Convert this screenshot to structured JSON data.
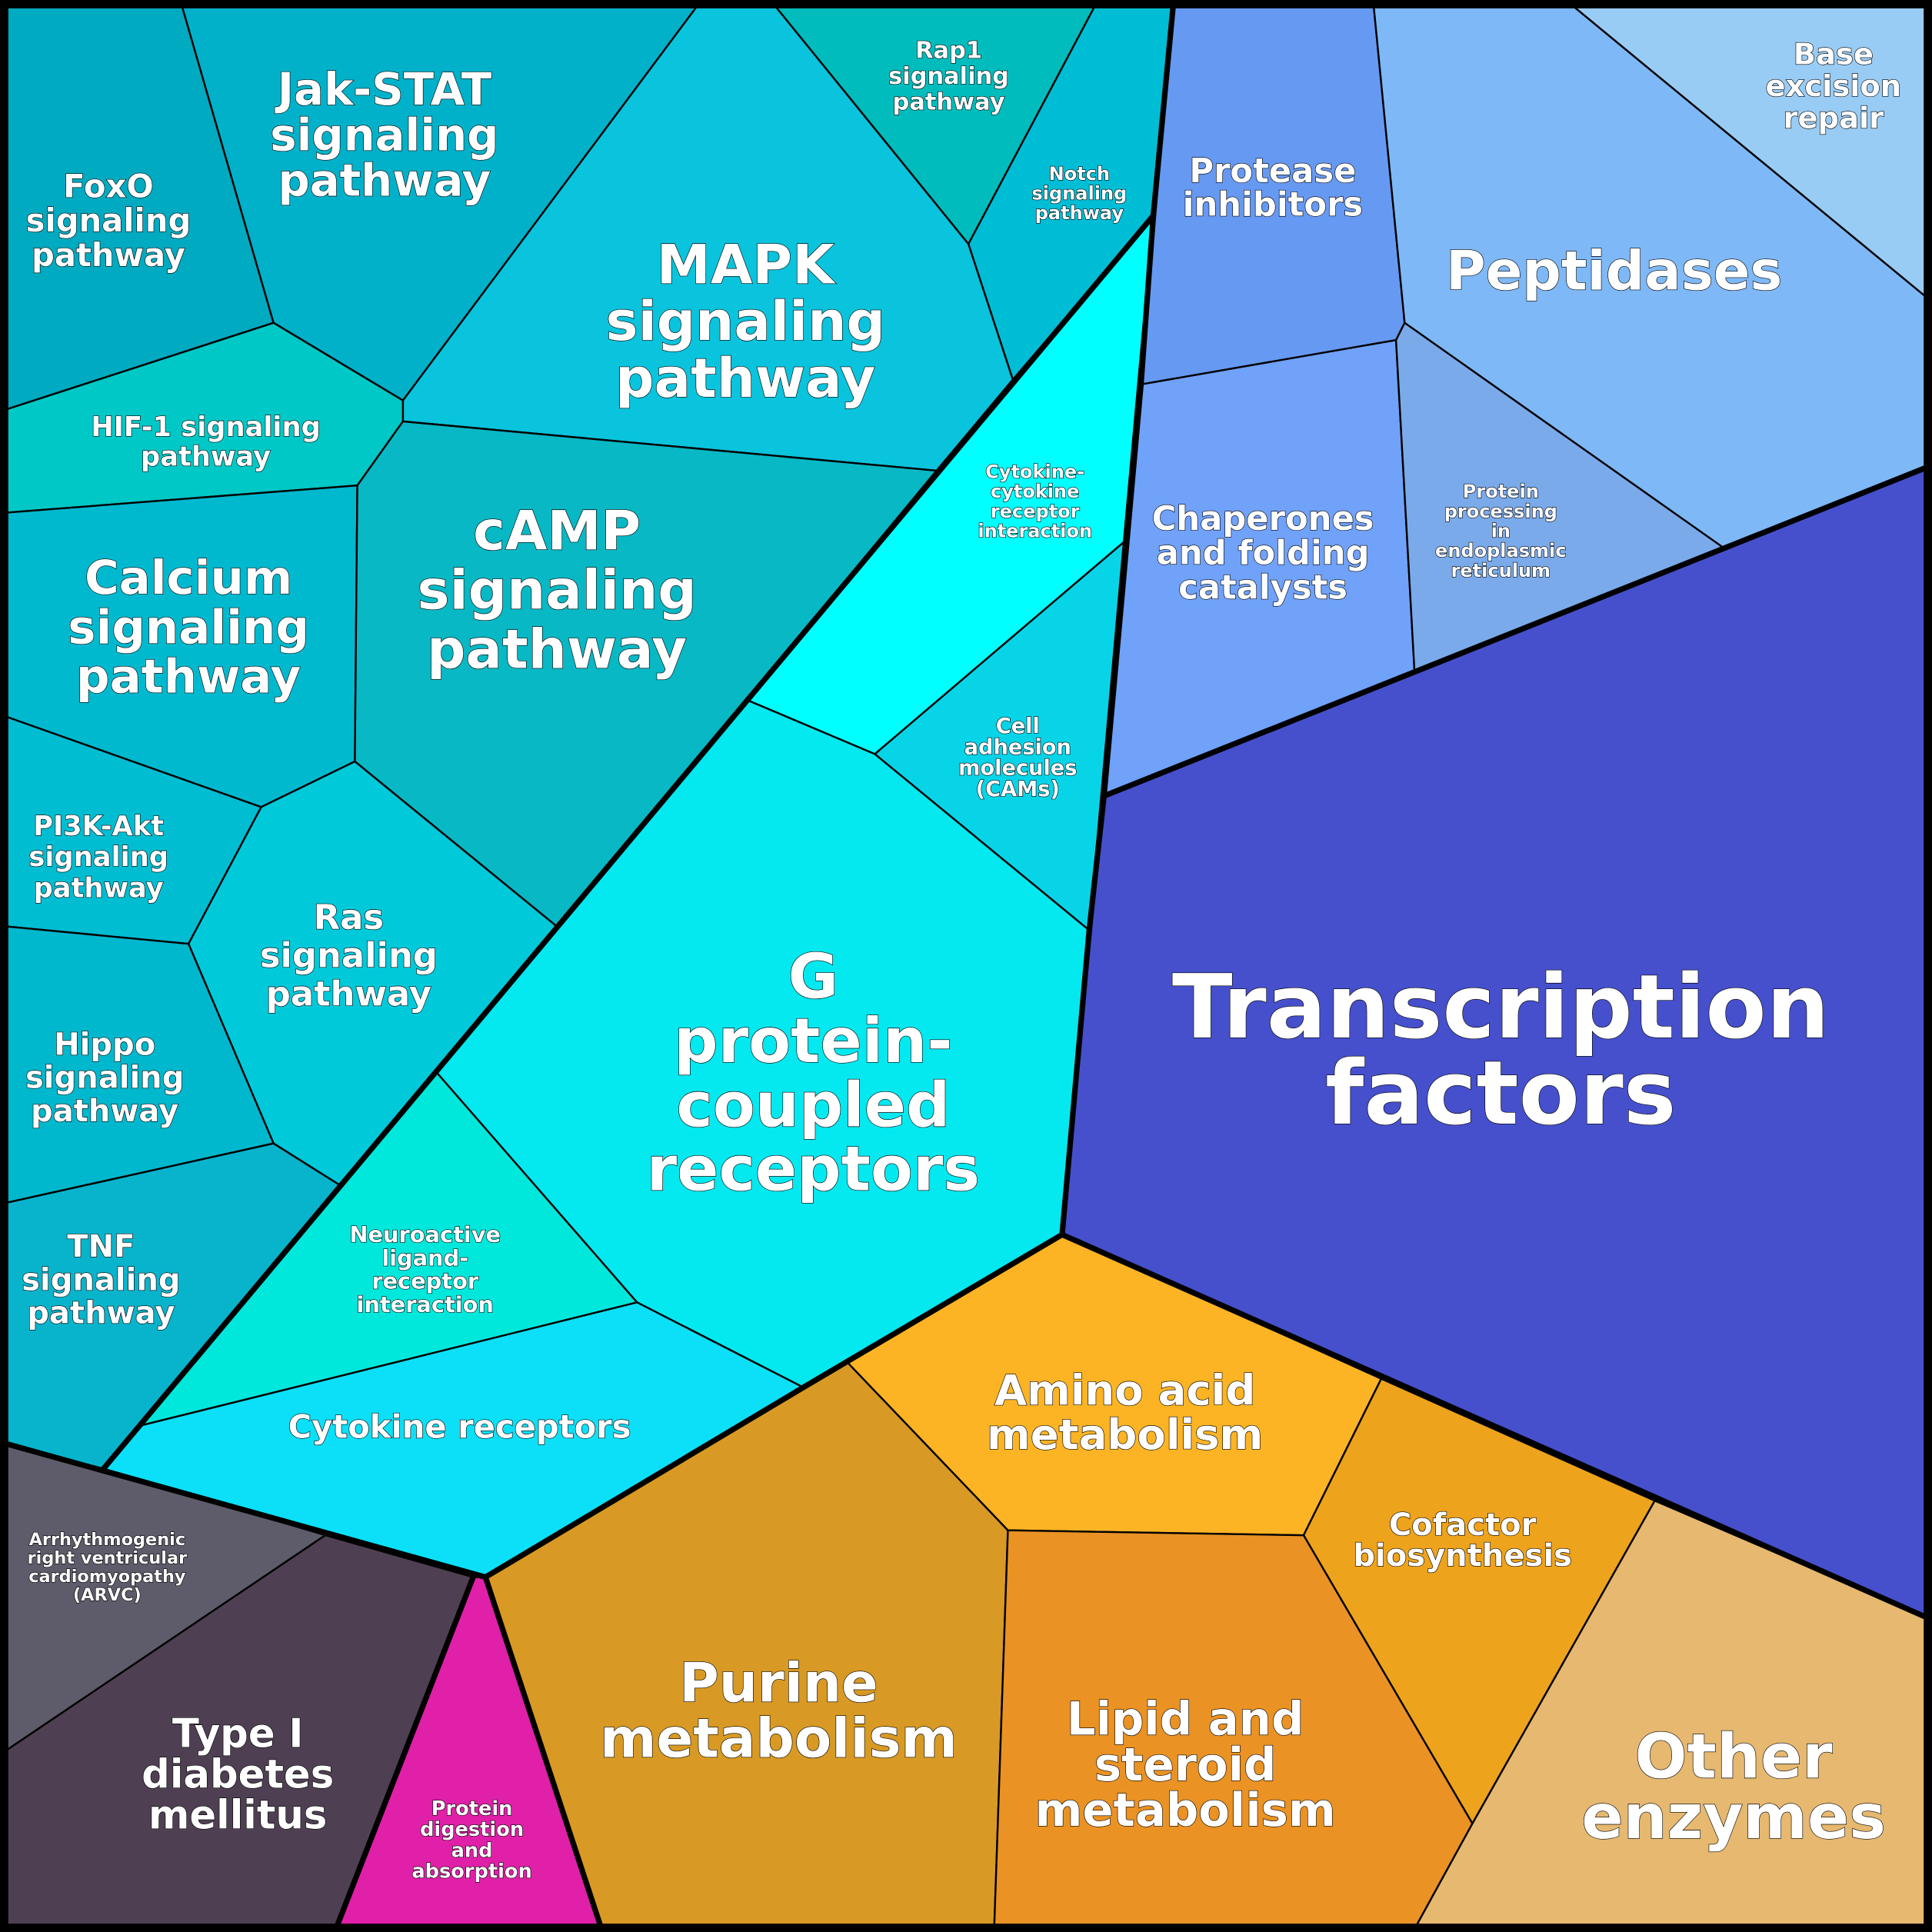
{
  "chart_data": {
    "type": "voronoi-treemap",
    "title": "",
    "cells": [
      {
        "label": [
          "FoxO",
          "signaling",
          "pathway"
        ],
        "color": "#00aac0"
      },
      {
        "label": [
          "Jak-STAT",
          "signaling",
          "pathway"
        ],
        "color": "#00b1c9"
      },
      {
        "label": [
          "MAPK",
          "signaling",
          "pathway"
        ],
        "color": "#0ac3dc"
      },
      {
        "label": [
          "Rap1",
          "signaling",
          "pathway"
        ],
        "color": "#00bcbc"
      },
      {
        "label": [
          "Notch",
          "signaling",
          "pathway"
        ],
        "color": "#00bdd6"
      },
      {
        "label": [
          "HIF-1 signaling",
          "pathway"
        ],
        "color": "#00c8c6"
      },
      {
        "label": [
          "Calcium",
          "signaling",
          "pathway"
        ],
        "color": "#00b9cf"
      },
      {
        "label": [
          "cAMP",
          "signaling",
          "pathway"
        ],
        "color": "#08b8c4"
      },
      {
        "label": [
          "PI3K-Akt",
          "signaling",
          "pathway"
        ],
        "color": "#00bdd2"
      },
      {
        "label": [
          "Ras",
          "signaling",
          "pathway"
        ],
        "color": "#00c9da"
      },
      {
        "label": [
          "Hippo",
          "signaling",
          "pathway"
        ],
        "color": "#00b8cd"
      },
      {
        "label": [
          "TNF",
          "signaling",
          "pathway"
        ],
        "color": "#08b4cc"
      },
      {
        "label": [
          "Cytokine-",
          "cytokine",
          "receptor",
          "interaction"
        ],
        "color": "#00ffff"
      },
      {
        "label": [
          "Cell",
          "adhesion",
          "molecules",
          "(CAMs)"
        ],
        "color": "#08d4e8"
      },
      {
        "label": [
          "G",
          "protein-",
          "coupled",
          "receptors"
        ],
        "color": "#04e8f0"
      },
      {
        "label": [
          "Neuroactive",
          "ligand-",
          "receptor",
          "interaction"
        ],
        "color": "#00e8dc"
      },
      {
        "label": [
          "Cytokine receptors"
        ],
        "color": "#0ce0f8"
      },
      {
        "label": [
          "Protease",
          "inhibitors"
        ],
        "color": "#6699f2"
      },
      {
        "label": [
          "Peptidases"
        ],
        "color": "#7eb8f6"
      },
      {
        "label": [
          "Base",
          "excision",
          "repair"
        ],
        "color": "#99ccf4"
      },
      {
        "label": [
          "Chaperones",
          "and folding",
          "catalysts"
        ],
        "color": "#70a2fa"
      },
      {
        "label": [
          "Protein",
          "processing",
          "in",
          "endoplasmic",
          "reticulum"
        ],
        "color": "#7aaaea"
      },
      {
        "label": [
          "Transcription",
          "factors"
        ],
        "color": "#4650cc"
      },
      {
        "label": [
          "Amino acid",
          "metabolism"
        ],
        "color": "#fdb424"
      },
      {
        "label": [
          "Cofactor",
          "biosynthesis"
        ],
        "color": "#eea31c"
      },
      {
        "label": [
          "Purine",
          "metabolism"
        ],
        "color": "#d89a24"
      },
      {
        "label": [
          "Lipid and",
          "steroid",
          "metabolism"
        ],
        "color": "#ea9224"
      },
      {
        "label": [
          "Other",
          "enzymes"
        ],
        "color": "#e6b870"
      },
      {
        "label": [
          "Arrhythmogenic",
          "right ventricular",
          "cardiomyopathy",
          "(ARVC)"
        ],
        "color": "#5e5b6a"
      },
      {
        "label": [
          "Type I",
          "diabetes",
          "mellitus"
        ],
        "color": "#4e4052"
      },
      {
        "label": [
          "Protein",
          "digestion",
          "and",
          "absorption"
        ],
        "color": "#e020a8"
      }
    ]
  }
}
